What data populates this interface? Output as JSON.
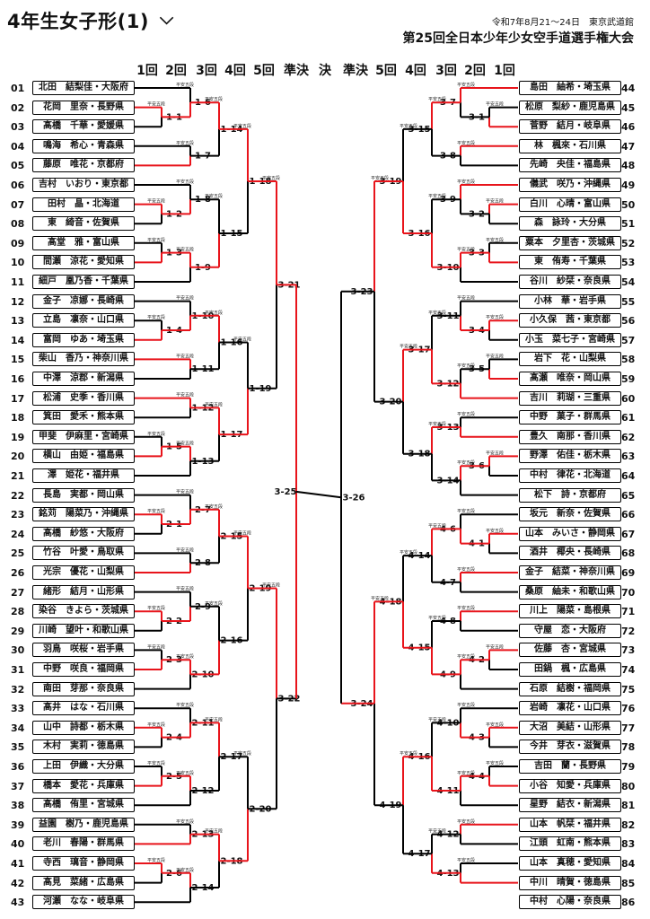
{
  "header": {
    "title": "4年生女子形(1)",
    "chevron_icon": "chevron-down-icon",
    "date_venue": "令和7年8月21～24日　東京武道館",
    "event": "第25回全日本少年少女空手道選手権大会"
  },
  "rounds": [
    "1回",
    "2回",
    "3回",
    "4回",
    "5回",
    "準決",
    "決",
    "準決",
    "5回",
    "4回",
    "3回",
    "2回",
    "1回"
  ],
  "left_entries": [
    {
      "no": "01",
      "name": "北田　結梨佳・大阪府"
    },
    {
      "no": "02",
      "name": "花岡　里奈・長野県"
    },
    {
      "no": "03",
      "name": "髙橋　千華・愛媛県"
    },
    {
      "no": "04",
      "name": "鳴海　希心・青森県"
    },
    {
      "no": "05",
      "name": "藤原　唯花・京都府"
    },
    {
      "no": "06",
      "name": "吉村　いおり・東京都"
    },
    {
      "no": "07",
      "name": "田村　晶・北海道"
    },
    {
      "no": "08",
      "name": "東　綺音・佐賀県"
    },
    {
      "no": "09",
      "name": "髙堂　雅・富山県"
    },
    {
      "no": "10",
      "name": "間瀬　涼花・愛知県"
    },
    {
      "no": "11",
      "name": "細戸　凰乃香・千葉県"
    },
    {
      "no": "12",
      "name": "金子　凉娜・長崎県"
    },
    {
      "no": "13",
      "name": "立島　凛奈・山口県"
    },
    {
      "no": "14",
      "name": "富岡　ゆあ・埼玉県"
    },
    {
      "no": "15",
      "name": "柴山　香乃・神奈川県"
    },
    {
      "no": "16",
      "name": "中澤　涼郡・新潟県"
    },
    {
      "no": "17",
      "name": "松浦　史季・香川県"
    },
    {
      "no": "18",
      "name": "箕田　愛禾・熊本県"
    },
    {
      "no": "19",
      "name": "甲斐　伊麻里・宮崎県"
    },
    {
      "no": "20",
      "name": "横山　由姫・福島県"
    },
    {
      "no": "21",
      "name": "澤　姫花・福井県"
    },
    {
      "no": "22",
      "name": "長島　実都・岡山県"
    },
    {
      "no": "23",
      "name": "銘苅　陽菜乃・沖縄県"
    },
    {
      "no": "24",
      "name": "髙橋　紗悠・大阪府"
    },
    {
      "no": "25",
      "name": "竹谷　叶愛・鳥取県"
    },
    {
      "no": "26",
      "name": "光宗　優花・山梨県"
    },
    {
      "no": "27",
      "name": "緒形　結月・山形県"
    },
    {
      "no": "28",
      "name": "染谷　きよら・茨城県"
    },
    {
      "no": "29",
      "name": "川崎　望叶・和歌山県"
    },
    {
      "no": "30",
      "name": "羽鳥　咲桜・岩手県"
    },
    {
      "no": "31",
      "name": "中野　咲良・福岡県"
    },
    {
      "no": "32",
      "name": "南田　芽那・奈良県"
    },
    {
      "no": "33",
      "name": "髙井　はな・石川県"
    },
    {
      "no": "34",
      "name": "山中　詩都・栃木県"
    },
    {
      "no": "35",
      "name": "木村　実莉・徳島県"
    },
    {
      "no": "36",
      "name": "上田　伊織・大分県"
    },
    {
      "no": "37",
      "name": "橋本　愛花・兵庫県"
    },
    {
      "no": "38",
      "name": "髙橋　侑里・宮城県"
    },
    {
      "no": "39",
      "name": "益園　樹乃・鹿児島県"
    },
    {
      "no": "40",
      "name": "老川　春陽・群馬県"
    },
    {
      "no": "41",
      "name": "寺西　璃音・静岡県"
    },
    {
      "no": "42",
      "name": "髙見　菜緒・広島県"
    },
    {
      "no": "43",
      "name": "河瀬　なな・岐阜県"
    }
  ],
  "right_entries": [
    {
      "no": "44",
      "name": "島田　紬希・埼玉県"
    },
    {
      "no": "45",
      "name": "松原　梨紗・鹿児島県"
    },
    {
      "no": "46",
      "name": "菅野　結月・岐阜県"
    },
    {
      "no": "47",
      "name": "林　楓來・石川県"
    },
    {
      "no": "48",
      "name": "先崎　央佳・福島県"
    },
    {
      "no": "49",
      "name": "儀武　咲乃・沖縄県"
    },
    {
      "no": "50",
      "name": "白川　心晴・富山県"
    },
    {
      "no": "51",
      "name": "森　詠玲・大分県"
    },
    {
      "no": "52",
      "name": "粟本　夕里杏・茨城県"
    },
    {
      "no": "53",
      "name": "東　侑寿・千葉県"
    },
    {
      "no": "54",
      "name": "谷川　紗栞・奈良県"
    },
    {
      "no": "55",
      "name": "小林　華・岩手県"
    },
    {
      "no": "56",
      "name": "小久保　茜・東京都"
    },
    {
      "no": "57",
      "name": "小玉　菜七子・宮崎県"
    },
    {
      "no": "58",
      "name": "岩下　花・山梨県"
    },
    {
      "no": "59",
      "name": "髙瀬　唯奈・岡山県"
    },
    {
      "no": "60",
      "name": "吉川　莉瑚・三重県"
    },
    {
      "no": "61",
      "name": "中野　菓子・群馬県"
    },
    {
      "no": "62",
      "name": "豊久　南那・香川県"
    },
    {
      "no": "63",
      "name": "野澤　佑佳・栃木県"
    },
    {
      "no": "64",
      "name": "中村　律花・北海道"
    },
    {
      "no": "65",
      "name": "松下　詩・京都府"
    },
    {
      "no": "66",
      "name": "坂元　新奈・佐賀県"
    },
    {
      "no": "67",
      "name": "山本　みいさ・静岡県"
    },
    {
      "no": "68",
      "name": "酒井　椰央・長崎県"
    },
    {
      "no": "69",
      "name": "金子　結菜・神奈川県"
    },
    {
      "no": "70",
      "name": "桑原　紬未・和歌山県"
    },
    {
      "no": "71",
      "name": "川上　陽菜・島根県"
    },
    {
      "no": "72",
      "name": "守屋　恋・大阪府"
    },
    {
      "no": "73",
      "name": "佐藤　杏・宮城県"
    },
    {
      "no": "74",
      "name": "田鍋　楓・広島県"
    },
    {
      "no": "75",
      "name": "石原　結樹・福岡県"
    },
    {
      "no": "76",
      "name": "岩崎　凛花・山口県"
    },
    {
      "no": "77",
      "name": "大沼　美結・山形県"
    },
    {
      "no": "78",
      "name": "今井　芽衣・滋賀県"
    },
    {
      "no": "79",
      "name": "吉田　蘭・長野県"
    },
    {
      "no": "80",
      "name": "小谷　知愛・兵庫県"
    },
    {
      "no": "81",
      "name": "星野　結衣・新潟県"
    },
    {
      "no": "82",
      "name": "山本　帆栞・福井県"
    },
    {
      "no": "83",
      "name": "江頭　虹南・熊本県"
    },
    {
      "no": "84",
      "name": "山本　真穂・愛知県"
    },
    {
      "no": "85",
      "name": "中川　晴賀・徳島県"
    },
    {
      "no": "86",
      "name": "中村　心陽・奈良県"
    }
  ],
  "bracket": {
    "left_r1_labels": [
      "1-1",
      "1-2",
      "1-3",
      "1-4",
      "1-5"
    ],
    "left_r2_labels": [
      "1-6",
      "1-7",
      "1-8",
      "1-9",
      "1-10",
      "1-11",
      "1-12",
      "1-13"
    ],
    "left_r3_labels": [
      "1-14",
      "1-15",
      "1-16",
      "1-17"
    ],
    "left_r4_labels": [
      "1-18",
      "1-19"
    ],
    "left_b2_r1_labels": [
      "2-1",
      "2-2",
      "2-3",
      "2-4",
      "2-5",
      "2-6"
    ],
    "left_b2_r2_labels": [
      "2-7",
      "2-8",
      "2-9",
      "2-10",
      "2-11",
      "2-12",
      "2-13",
      "2-14"
    ],
    "left_b2_r3_labels": [
      "2-15",
      "2-16",
      "2-17",
      "2-18"
    ],
    "left_b2_r4_labels": [
      "2-19",
      "2-20"
    ],
    "left_r5_labels": [
      "3-21",
      "3-22"
    ],
    "left_sf_label": "3-25",
    "right_b3_r1_labels": [
      "3-1",
      "3-2",
      "3-3",
      "3-4",
      "3-5",
      "3-6"
    ],
    "right_b3_r2_labels": [
      "3-7",
      "3-8",
      "3-9",
      "3-10",
      "3-11",
      "3-12",
      "3-13",
      "3-14"
    ],
    "right_b3_r3_labels": [
      "3-15",
      "3-16",
      "3-17",
      "3-18"
    ],
    "right_b3_r4_labels": [
      "3-19",
      "3-20"
    ],
    "right_b4_r1_labels": [
      "4-1",
      "4-2",
      "4-3",
      "4-4"
    ],
    "right_b4_r2_labels": [
      "4-6",
      "4-7",
      "4-8",
      "4-9",
      "4-10",
      "4-11",
      "4-12",
      "4-13"
    ],
    "right_b4_r3_labels": [
      "4-14",
      "4-15",
      "4-16",
      "4-17"
    ],
    "right_b4_r4_labels": [
      "4-18",
      "4-19"
    ],
    "right_r5_labels": [
      "3-23",
      "3-24"
    ],
    "right_sf_label": "3-26",
    "kata_labels": [
      "平安五段",
      "平安二段",
      "ゲキサイ第二",
      "ピンアン五段",
      "ピンアン四段"
    ],
    "colors": {
      "win": "#e8141b",
      "line": "#000000"
    }
  }
}
